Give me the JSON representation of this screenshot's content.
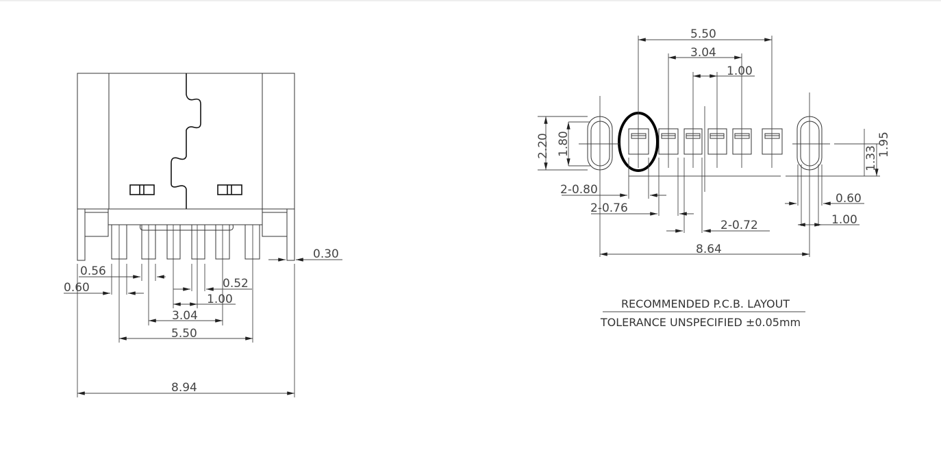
{
  "front_view": {
    "dims": {
      "pin_width": "0.56",
      "pitch_outer": "0.60",
      "shell_thk": "0.30",
      "pin_pitch_inner": "0.52",
      "pitch": "1.00",
      "span_inner": "3.04",
      "span_outer": "5.50",
      "overall_width": "8.94"
    }
  },
  "pcb_layout": {
    "dims": {
      "span_outer": "5.50",
      "span_inner": "3.04",
      "pitch": "1.00",
      "slot_outer_h": "2.20",
      "slot_inner_h": "1.80",
      "pad_offset": "1.33",
      "slot_offset": "1.95",
      "pad_w_a": "2-0.80",
      "pad_w_b": "2-0.76",
      "pad_w_c": "2-0.72",
      "slot_w": "0.60",
      "slot_outer_w": "1.00",
      "slot_span": "8.64"
    },
    "title": "RECOMMENDED  P.C.B. LAYOUT",
    "tolerance": "TOLERANCE UNSPECIFIED ±0.05mm"
  }
}
